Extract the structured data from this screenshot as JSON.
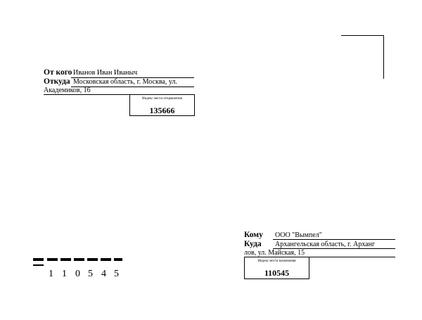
{
  "sender": {
    "from_label": "От кого",
    "from_value": "Иванов Иван Иваныч",
    "address_label": "Откуда",
    "address_line1": "Московская область, г. Москва, ул.",
    "address_line2": "Академиков, 16",
    "postcode_label": "Индекс места отправления",
    "postcode": "135666"
  },
  "recipient": {
    "to_label": "Кому",
    "to_value": "ООО \"Вымпел\"",
    "address_label": "Куда",
    "address_line1": "Архангельская область, г. Арханг",
    "address_line2": "лов, ул. Майская, 15",
    "postcode_label": "Индекс места назначения",
    "postcode": "110545"
  },
  "barcode": {
    "digits": [
      "1",
      "1",
      "0",
      "5",
      "4",
      "5"
    ]
  }
}
